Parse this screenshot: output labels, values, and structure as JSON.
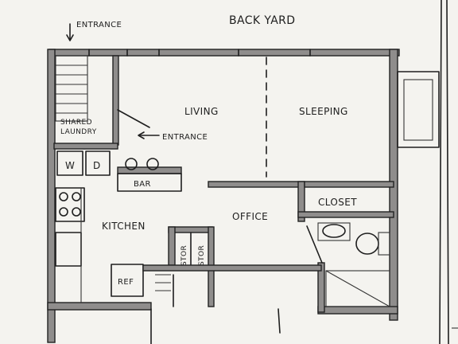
{
  "labels": {
    "back_yard": "BACK YARD",
    "entrance_top": "ENTRANCE",
    "shared_laundry_line1": "SHARED",
    "shared_laundry_line2": "LAUNDRY",
    "living": "LIVING",
    "sleeping": "SLEEPING",
    "entrance_inner": "ENTRANCE",
    "washer": "W",
    "dryer": "D",
    "bar": "BAR",
    "closet": "CLOSET",
    "office": "OFFICE",
    "kitchen": "KITCHEN",
    "storage_1": "STOR",
    "storage_2": "STOR",
    "refrigerator": "REF"
  },
  "colors": {
    "paper": "#f4f3ef",
    "wall_fill": "#8f8d8c",
    "ink": "#1e1e1e"
  }
}
